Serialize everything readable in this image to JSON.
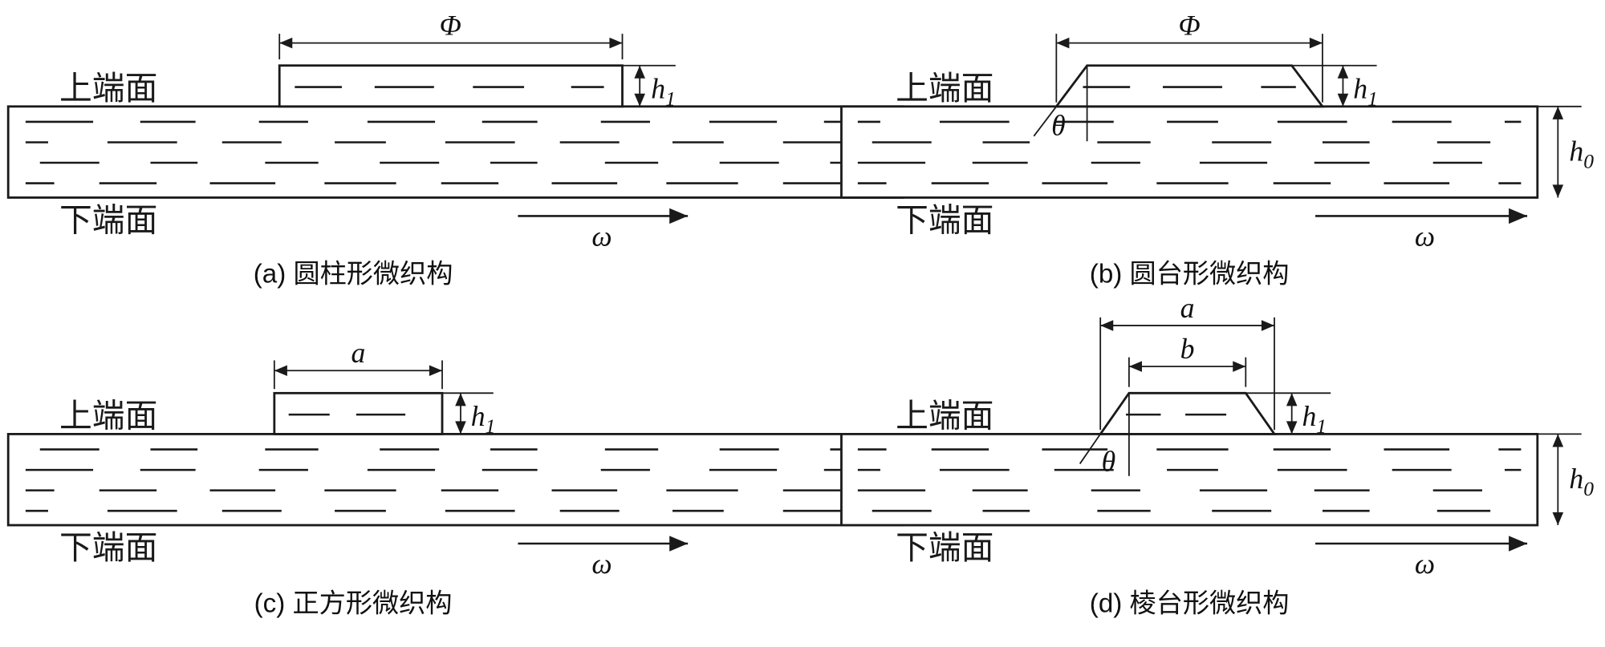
{
  "figure": {
    "panels": [
      {
        "key": "a",
        "caption": "(a) 圆柱形微织构",
        "labels": {
          "top_face": "上端面",
          "bottom_face": "下端面",
          "width": "Φ",
          "bump_height_base": "h",
          "bump_height_sub": "1",
          "plate_height_base": "h",
          "plate_height_sub": "0",
          "omega": "ω"
        }
      },
      {
        "key": "b",
        "caption": "(b) 圆台形微织构",
        "labels": {
          "top_face": "上端面",
          "bottom_face": "下端面",
          "width": "Φ",
          "angle": "θ",
          "bump_height_base": "h",
          "bump_height_sub": "1",
          "plate_height_base": "h",
          "plate_height_sub": "0",
          "omega": "ω"
        }
      },
      {
        "key": "c",
        "caption": "(c) 正方形微织构",
        "labels": {
          "top_face": "上端面",
          "bottom_face": "下端面",
          "width": "a",
          "bump_height_base": "h",
          "bump_height_sub": "1",
          "plate_height_base": "h",
          "plate_height_sub": "0",
          "omega": "ω"
        }
      },
      {
        "key": "d",
        "caption": "(d) 棱台形微织构",
        "labels": {
          "top_face": "上端面",
          "bottom_face": "下端面",
          "width_outer": "a",
          "width_inner": "b",
          "angle": "θ",
          "bump_height_base": "h",
          "bump_height_sub": "1",
          "plate_height_base": "h",
          "plate_height_sub": "0",
          "omega": "ω"
        }
      }
    ]
  }
}
